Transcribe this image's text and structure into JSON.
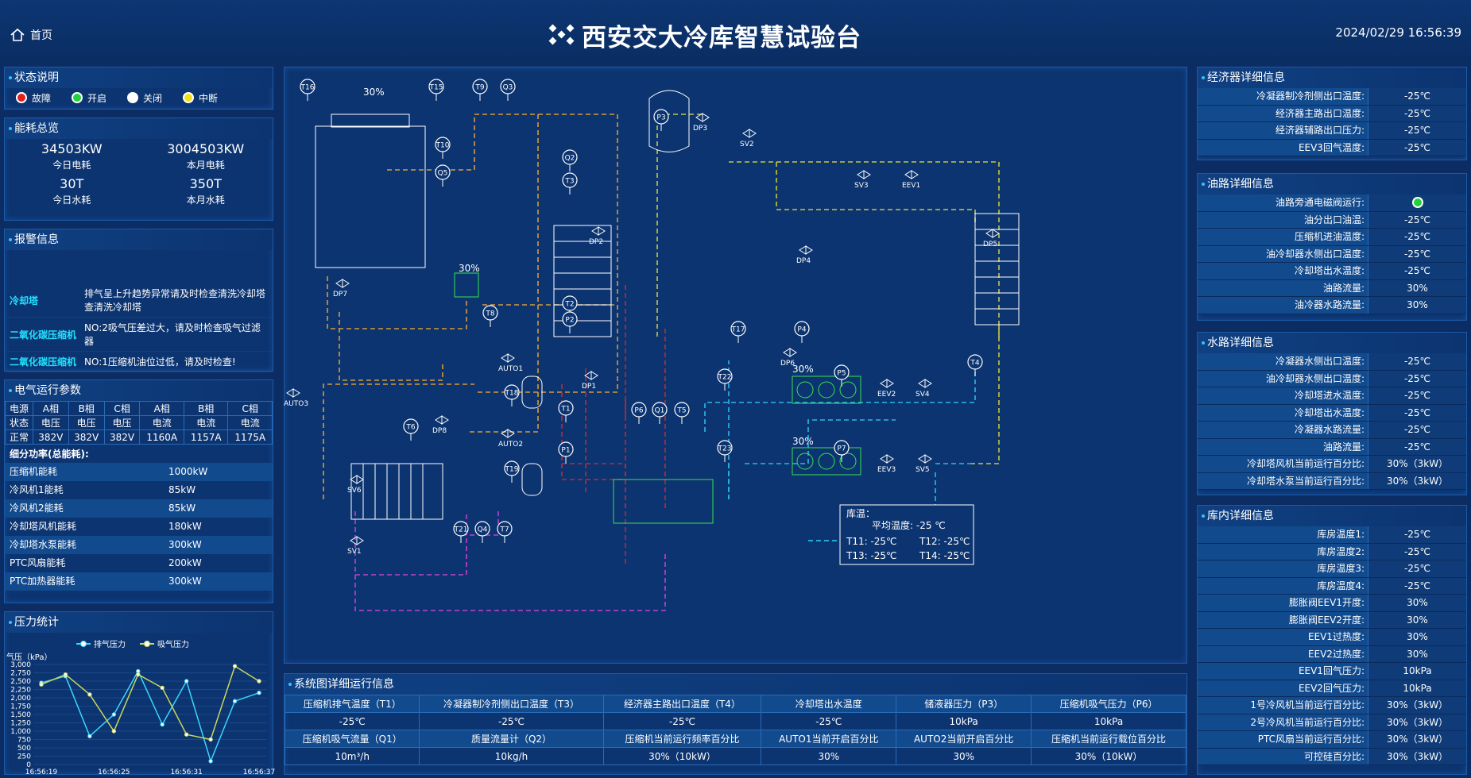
{
  "header": {
    "home_label": "首页",
    "title": "西安交大冷库智慧试验台",
    "datetime": "2024/02/29 16:56:39"
  },
  "status": {
    "title": "状态说明",
    "items": [
      {
        "label": "故障",
        "color": "#e02020"
      },
      {
        "label": "开启",
        "color": "#22d23c"
      },
      {
        "label": "关闭",
        "color": "#ffffff"
      },
      {
        "label": "中断",
        "color": "#f0e020"
      }
    ]
  },
  "energy": {
    "title": "能耗总览",
    "items": [
      {
        "value": "34503KW",
        "label": "今日电耗"
      },
      {
        "value": "3004503KW",
        "label": "本月电耗"
      },
      {
        "value": "30T",
        "label": "今日水耗"
      },
      {
        "value": "350T",
        "label": "本月水耗"
      }
    ]
  },
  "alarm": {
    "title": "报警信息",
    "items": [
      {
        "source": "冷却塔",
        "msg": "排气呈上升趋势异常请及时检查清洗冷却塔查清洗冷却塔"
      },
      {
        "source": "二氧化碳压缩机",
        "msg": "NO:2吸气压差过大，请及时检查吸气过滤器"
      },
      {
        "source": "二氧化碳压缩机",
        "msg": "NO:1压缩机油位过低，请及时检查!"
      }
    ]
  },
  "electric": {
    "title": "电气运行参数",
    "head1": [
      "电源",
      "A相",
      "B相",
      "C相",
      "A相",
      "B相",
      "C相"
    ],
    "head2": [
      "状态",
      "电压",
      "电压",
      "电压",
      "电流",
      "电流",
      "电流"
    ],
    "row": [
      "正常",
      "382V",
      "382V",
      "382V",
      "1160A",
      "1157A",
      "1175A"
    ],
    "sub_title": "细分功率(总能耗):",
    "power": [
      {
        "name": "压缩机能耗",
        "value": "1000kW"
      },
      {
        "name": "冷风机1能耗",
        "value": "85kW"
      },
      {
        "name": "冷风机2能耗",
        "value": "85kW"
      },
      {
        "name": "冷却塔风机能耗",
        "value": "180kW"
      },
      {
        "name": "冷却塔水泵能耗",
        "value": "300kW"
      },
      {
        "name": "PTC风扇能耗",
        "value": "200kW"
      },
      {
        "name": "PTC加热器能耗",
        "value": "300kW"
      }
    ]
  },
  "pressure": {
    "title": "压力统计",
    "ylabel": "气压（kPa）",
    "chart_data": {
      "type": "line",
      "x_ticks": [
        "16:56:19",
        "16:56:25",
        "16:56:31",
        "16:56:37"
      ],
      "yticks": [
        "0",
        "250",
        "500",
        "750",
        "1,000",
        "1,250",
        "1,500",
        "1,750",
        "2,000",
        "2,250",
        "2,500",
        "2,750",
        "3,000"
      ],
      "ylim": [
        0,
        3000
      ],
      "series": [
        {
          "name": "排气压力",
          "color": "#39d6ff",
          "values": [
            2450,
            2650,
            850,
            1500,
            2800,
            1200,
            2500,
            100,
            1900,
            2150
          ]
        },
        {
          "name": "吸气压力",
          "color": "#c8d85a",
          "values": [
            2400,
            2700,
            2100,
            1000,
            2700,
            2300,
            900,
            750,
            2950,
            2500
          ]
        }
      ]
    }
  },
  "diagram": {
    "pcts": {
      "tower": "30%",
      "pump": "30%",
      "fan1": "30%",
      "fan2": "30%"
    },
    "temp_box": {
      "title": "库温：",
      "avg": "平均温度:  -25 ℃",
      "t11": "T11: -25℃",
      "t12": "T12: -25℃",
      "t13": "T13: -25℃",
      "t14": "T14: -25℃"
    },
    "labels": {
      "T16": "T16",
      "T15": "T15",
      "T9": "T9",
      "Q3": "Q3",
      "T10": "T10",
      "Q5": "Q5",
      "P3": "P3",
      "DP3": "DP3",
      "SV2": "SV2",
      "Q2": "Q2",
      "T3": "T3",
      "DP2": "DP2",
      "SV3": "SV3",
      "EEV1": "EEV1",
      "DP4": "DP4",
      "DP5": "DP5",
      "DP7": "DP7",
      "T8": "T8",
      "T2": "T2",
      "P2": "P2",
      "T17": "T17",
      "P4": "P4",
      "DP6": "DP6",
      "T22": "T22",
      "P5": "P5",
      "EEV2": "EEV2",
      "SV4": "SV4",
      "T4": "T4",
      "AUTO1": "AUTO1",
      "T18": "T18",
      "DP1": "DP1",
      "AUTO3": "AUTO3",
      "T6": "T6",
      "DP8": "DP8",
      "T1": "T1",
      "P6": "P6",
      "Q1": "Q1",
      "T5": "T5",
      "AUTO2": "AUTO2",
      "P1": "P1",
      "T19": "T19",
      "T23": "T23",
      "P7": "P7",
      "EEV3": "EEV3",
      "SV5": "SV5",
      "SV6": "SV6",
      "SV1": "SV1",
      "T21": "T21",
      "Q4": "Q4",
      "T7": "T7"
    }
  },
  "bottom": {
    "title": "系统图详细运行信息",
    "head1": [
      "压缩机排气温度（T1）",
      "冷凝器制冷剂侧出口温度（T3）",
      "经济器主路出口温度（T4）",
      "冷却塔出水温度",
      "储液器压力（P3）",
      "压缩机吸气压力（P6）"
    ],
    "row1": [
      "-25℃",
      "-25℃",
      "-25℃",
      "-25℃",
      "10kPa",
      "10kPa"
    ],
    "head2": [
      "压缩机吸气流量（Q1）",
      "质量流量计（Q2）",
      "压缩机当前运行频率百分比",
      "AUTO1当前开启百分比",
      "AUTO2当前开启百分比",
      "压缩机当前运行载位百分比"
    ],
    "row2": [
      "10m³/h",
      "10kg/h",
      "30%（10kW）",
      "30%",
      "30%",
      "30%（10kW）"
    ]
  },
  "economizer": {
    "title": "经济器详细信息",
    "rows": [
      [
        "冷凝器制冷剂侧出口温度:",
        "-25℃"
      ],
      [
        "经济器主路出口温度:",
        "-25℃"
      ],
      [
        "经济器辅路出口压力:",
        "-25℃"
      ],
      [
        "EEV3回气温度:",
        "-25℃"
      ]
    ]
  },
  "oil": {
    "title": "油路详细信息",
    "rows": [
      [
        "油路旁通电磁阀运行:",
        ""
      ],
      [
        "油分出口油温:",
        "-25℃"
      ],
      [
        "压缩机进油温度:",
        "-25℃"
      ],
      [
        "油冷却器水侧出口温度:",
        "-25℃"
      ],
      [
        "冷却塔出水温度:",
        "-25℃"
      ],
      [
        "油路流量:",
        "30%"
      ],
      [
        "油冷器水路流量:",
        "30%"
      ]
    ]
  },
  "water": {
    "title": "水路详细信息",
    "rows": [
      [
        "冷凝器水侧出口温度:",
        "-25℃"
      ],
      [
        "油冷却器水侧出口温度:",
        "-25℃"
      ],
      [
        "冷却塔进水温度:",
        "-25℃"
      ],
      [
        "冷却塔出水温度:",
        "-25℃"
      ],
      [
        "冷凝器水路流量:",
        "-25℃"
      ],
      [
        "油路流量:",
        "-25℃"
      ],
      [
        "冷却塔风机当前运行百分比:",
        "30%（3kW）"
      ],
      [
        "冷却塔水泵当前运行百分比:",
        "30%（3kW）"
      ]
    ]
  },
  "room": {
    "title": "库内详细信息",
    "rows": [
      [
        "库房温度1:",
        "-25℃"
      ],
      [
        "库房温度2:",
        "-25℃"
      ],
      [
        "库房温度3:",
        "-25℃"
      ],
      [
        "库房温度4:",
        "-25℃"
      ],
      [
        "膨胀阀EEV1开度:",
        "30%"
      ],
      [
        "膨胀阀EEV2开度:",
        "30%"
      ],
      [
        "EEV1过热度:",
        "30%"
      ],
      [
        "EEV2过热度:",
        "30%"
      ],
      [
        "EEV1回气压力:",
        "10kPa"
      ],
      [
        "EEV2回气压力:",
        "10kPa"
      ],
      [
        "1号冷风机当前运行百分比:",
        "30%（3kW）"
      ],
      [
        "2号冷风机当前运行百分比:",
        "30%（3kW）"
      ],
      [
        "PTC风扇当前运行百分比:",
        "30%（3kW）"
      ],
      [
        "可控硅百分比:",
        "30%（3kW）"
      ]
    ]
  }
}
